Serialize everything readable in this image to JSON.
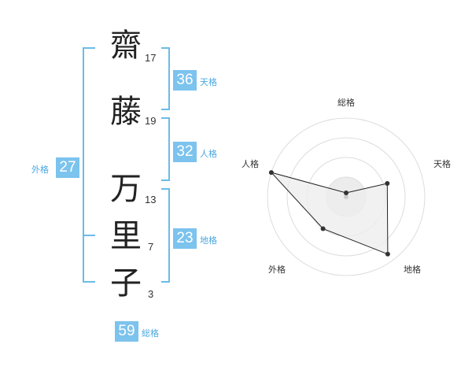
{
  "name": {
    "chars": [
      {
        "char": "齋",
        "strokes": "17"
      },
      {
        "char": "藤",
        "strokes": "19"
      },
      {
        "char": "万",
        "strokes": "13"
      },
      {
        "char": "里",
        "strokes": "7"
      },
      {
        "char": "子",
        "strokes": "3"
      }
    ]
  },
  "fortunes": {
    "tenkaku": {
      "value": "36",
      "label": "天格"
    },
    "jinkaku": {
      "value": "32",
      "label": "人格"
    },
    "chikaku": {
      "value": "23",
      "label": "地格"
    },
    "gaikaku": {
      "value": "27",
      "label": "外格"
    },
    "soukaku": {
      "value": "59",
      "label": "総格"
    }
  },
  "colors": {
    "accent": "#7cc3ee",
    "bracket": "#6bbbe8",
    "label": "#4aa8e0"
  },
  "chart_data": {
    "type": "radar",
    "axes": [
      "総格",
      "天格",
      "地格",
      "外格",
      "人格"
    ],
    "values": [
      0.05,
      0.55,
      0.9,
      0.5,
      1.0
    ],
    "rings": 4,
    "max": 1
  }
}
